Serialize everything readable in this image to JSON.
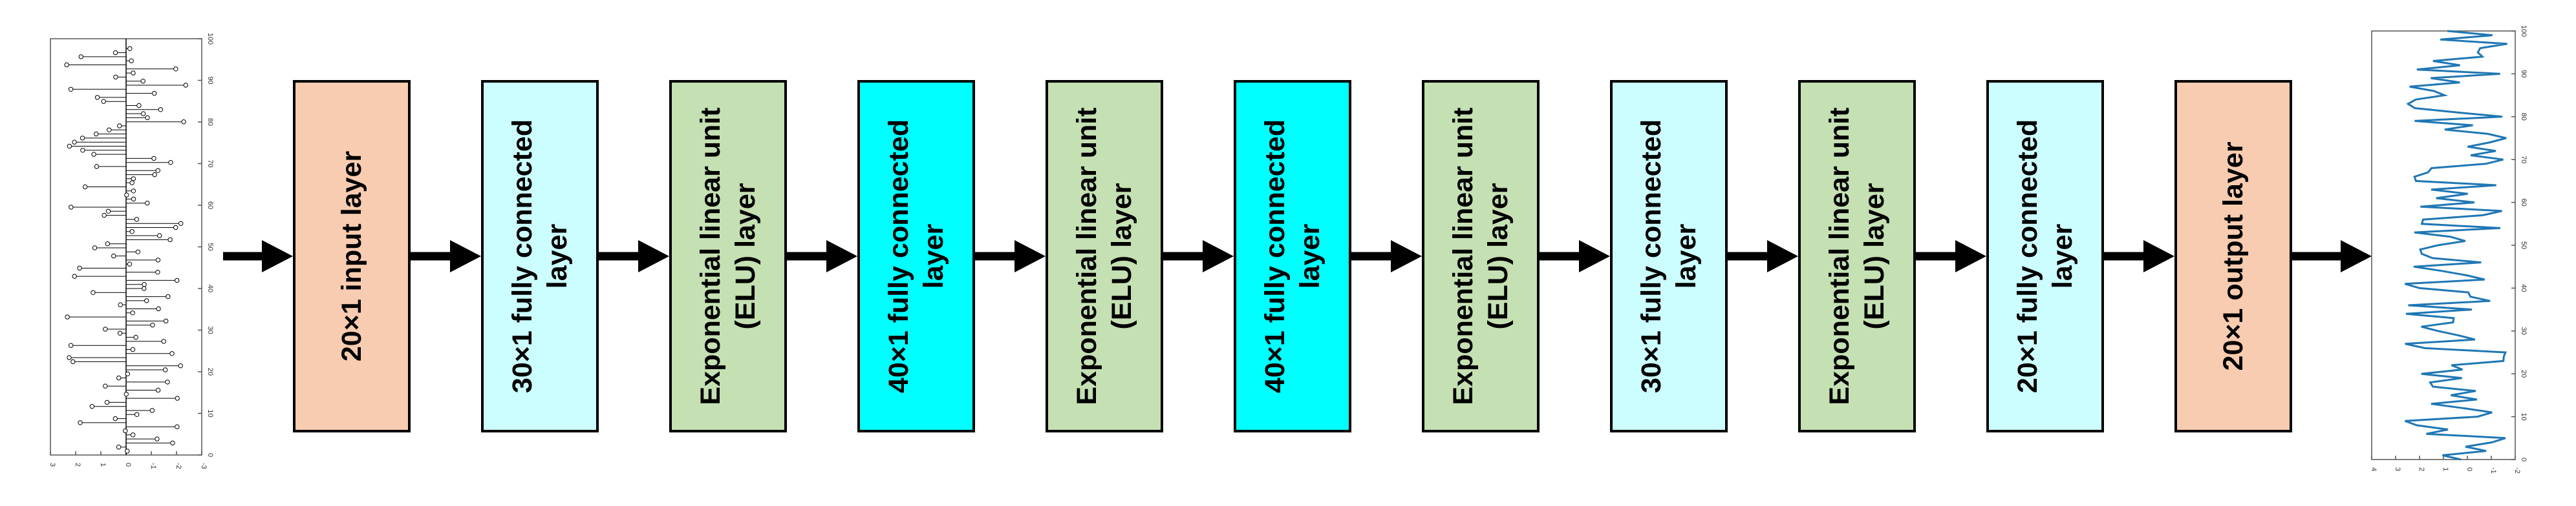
{
  "diagram": {
    "layers": [
      {
        "label": "20×1 input layer",
        "color": "#f8ccb0"
      },
      {
        "label": "30×1 fully connected layer",
        "color": "#ccfdff"
      },
      {
        "label": "Exponential linear unit (ELU) layer",
        "color": "#c5e0b3"
      },
      {
        "label": "40×1 fully connected layer",
        "color": "#00ffff"
      },
      {
        "label": "Exponential linear unit (ELU) layer",
        "color": "#c5e0b3"
      },
      {
        "label": "40×1 fully connected layer",
        "color": "#00ffff"
      },
      {
        "label": "Exponential linear unit (ELU) layer",
        "color": "#c5e0b3"
      },
      {
        "label": "30×1 fully connected layer",
        "color": "#ccfdff"
      },
      {
        "label": "Exponential linear unit (ELU) layer",
        "color": "#c5e0b3"
      },
      {
        "label": "20×1 fully connected layer",
        "color": "#ccfdff"
      },
      {
        "label": "20×1 output layer",
        "color": "#f8ccb0"
      }
    ],
    "input_plot": {
      "y_ticks": [
        "0",
        "10",
        "20",
        "30",
        "40",
        "50",
        "60",
        "70",
        "80",
        "90",
        "100"
      ],
      "x_ticks": [
        "3",
        "2",
        "1",
        "0",
        "-1",
        "-2",
        "-3"
      ]
    },
    "output_plot": {
      "line_color": "#1f77b4",
      "y_ticks": [
        "0",
        "10",
        "20",
        "30",
        "40",
        "50",
        "60",
        "70",
        "80",
        "90",
        "100"
      ],
      "x_ticks": [
        "4",
        "3",
        "2",
        "1",
        "0",
        "-1",
        "-2"
      ]
    }
  }
}
